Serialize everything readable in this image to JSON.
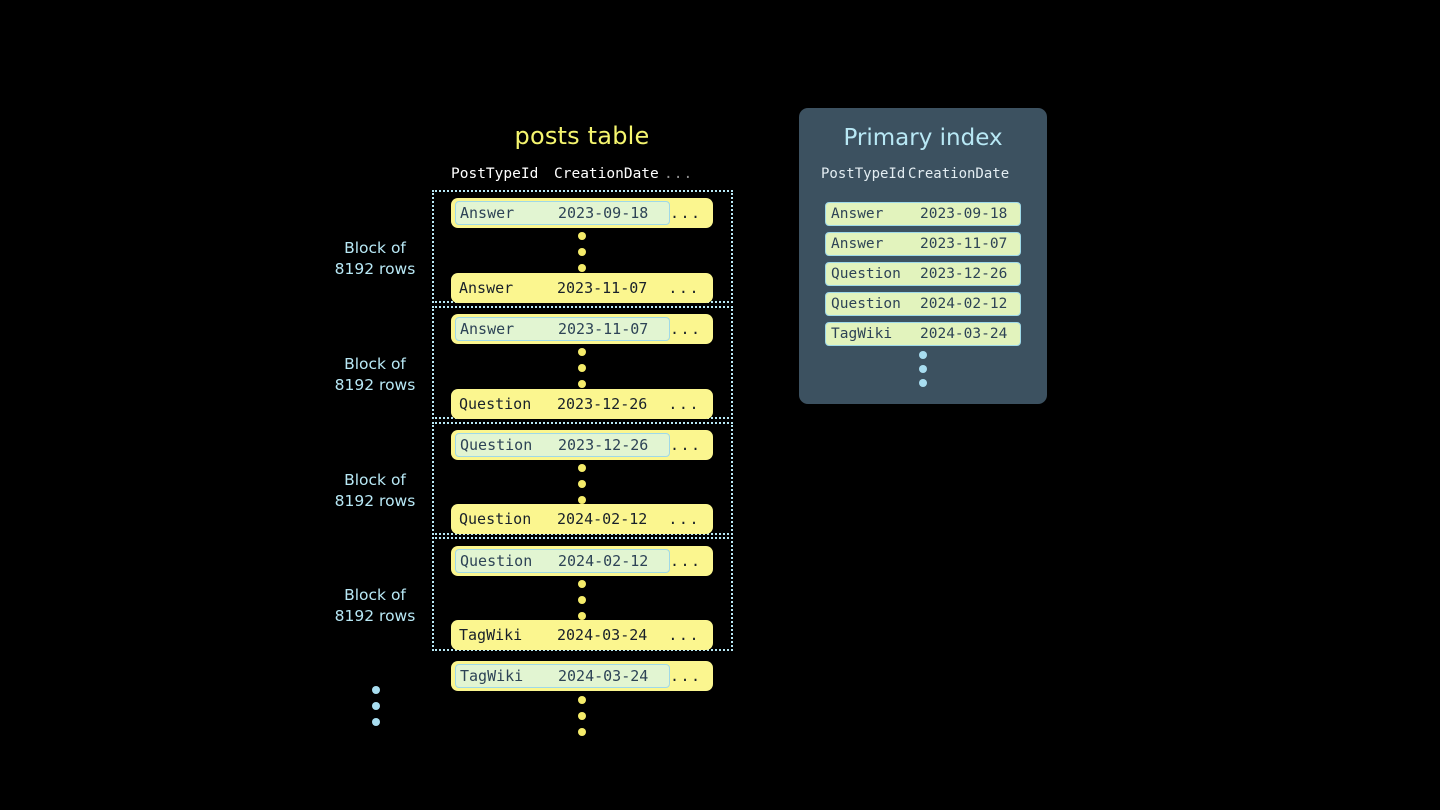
{
  "posts_table": {
    "title": "posts table",
    "columns": [
      "PostTypeId",
      "CreationDate",
      "..."
    ],
    "ellipsis": "...",
    "block_label_line1": "Block of",
    "block_label_line2": "8192 rows",
    "blocks": [
      {
        "label_line1": "Block of",
        "label_line2": "8192 rows",
        "first_row": {
          "post_type_id": "Answer",
          "creation_date": "2023-09-18",
          "more": "...",
          "highlighted": true
        },
        "last_row": {
          "post_type_id": "Answer",
          "creation_date": "2023-11-07",
          "more": "...",
          "highlighted": false
        }
      },
      {
        "label_line1": "Block of",
        "label_line2": "8192 rows",
        "first_row": {
          "post_type_id": "Answer",
          "creation_date": "2023-11-07",
          "more": "...",
          "highlighted": true
        },
        "last_row": {
          "post_type_id": "Question",
          "creation_date": "2023-12-26",
          "more": "...",
          "highlighted": false
        }
      },
      {
        "label_line1": "Block of",
        "label_line2": "8192 rows",
        "first_row": {
          "post_type_id": "Question",
          "creation_date": "2023-12-26",
          "more": "...",
          "highlighted": true
        },
        "last_row": {
          "post_type_id": "Question",
          "creation_date": "2024-02-12",
          "more": "...",
          "highlighted": false
        }
      },
      {
        "label_line1": "Block of",
        "label_line2": "8192 rows",
        "first_row": {
          "post_type_id": "Question",
          "creation_date": "2024-02-12",
          "more": "...",
          "highlighted": true
        },
        "last_row": {
          "post_type_id": "TagWiki",
          "creation_date": "2024-03-24",
          "more": "...",
          "highlighted": false
        }
      }
    ],
    "trailing_row": {
      "post_type_id": "TagWiki",
      "creation_date": "2024-03-24",
      "more": "...",
      "highlighted": true
    }
  },
  "primary_index": {
    "title": "Primary index",
    "columns": [
      "PostTypeId",
      "CreationDate"
    ],
    "rows": [
      {
        "post_type_id": "Answer",
        "creation_date": "2023-09-18"
      },
      {
        "post_type_id": "Answer",
        "creation_date": "2023-11-07"
      },
      {
        "post_type_id": "Question",
        "creation_date": "2023-12-26"
      },
      {
        "post_type_id": "Question",
        "creation_date": "2024-02-12"
      },
      {
        "post_type_id": "TagWiki",
        "creation_date": "2024-03-24"
      }
    ]
  },
  "colors": {
    "background": "#000000",
    "row_yellow": "#fbf68f",
    "highlight_green": "#e2f5d2",
    "highlight_border": "#9fd9e8",
    "accent_blue": "#b8e8f5",
    "title_yellow": "#f5f56e",
    "panel_slate": "#3c5160",
    "dot_yellow": "#f5ec6a",
    "dot_blue": "#a8ddf0",
    "text_dark": "#18202a"
  }
}
